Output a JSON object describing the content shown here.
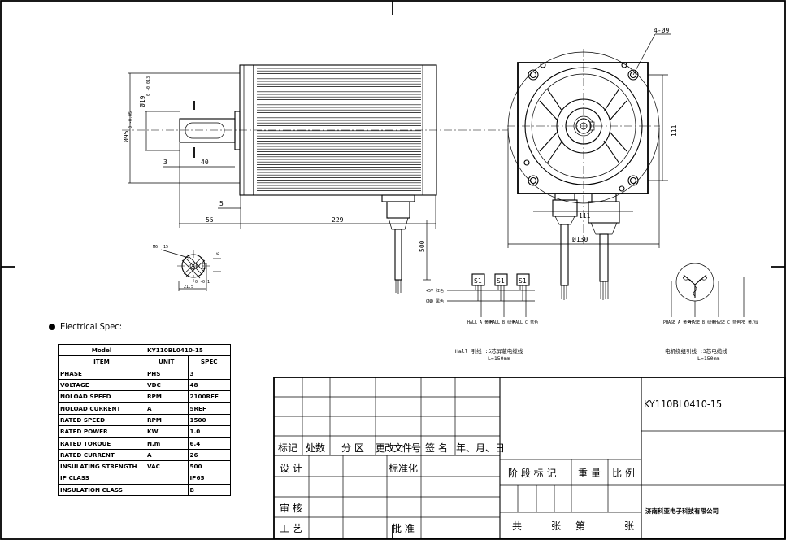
{
  "drawing": {
    "side_view": {
      "shaft_dia": "Ø19",
      "shaft_dia_tol": "0 -0.013",
      "flange_dia": "Ø95",
      "flange_dia_tol": "0 -0.05",
      "dim_3": "3",
      "dim_40": "40",
      "dim_5": "5",
      "dim_55": "55",
      "dim_229": "229",
      "dim_500": "500"
    },
    "front_view": {
      "holes": "4-Ø9",
      "dim_111_v": "111",
      "dim_111_h": "111",
      "dim_130": "Ø130"
    },
    "key_section": {
      "thread": "M6",
      "depth": "15",
      "key_width": "6",
      "key_height": "21.5",
      "key_height_tol": "0 -0.1"
    },
    "hall_wiring": {
      "sensors": [
        "S1",
        "S1",
        "S1"
      ],
      "plus_label": "+5V 红色",
      "gnd_label": "GND 黑色",
      "hall_labels": [
        "HALL A 黄色",
        "HALL B 绿色",
        "HALL C 蓝色"
      ],
      "caption1": "Hall 引线 :5芯屏蔽电缆线",
      "caption2": "L=150mm"
    },
    "motor_wiring": {
      "phase_labels": [
        "PHASE A 黄色",
        "PHASE B 绿色",
        "PHASE C 蓝色",
        "PE 黄/绿"
      ],
      "caption1": "电机绕组引线 :3芯电缆线",
      "caption2": "L=150mm"
    }
  },
  "spec": {
    "heading": "Electrical Spec:",
    "model_label": "Model",
    "model_value": "KY110BL0410-15",
    "columns": [
      "ITEM",
      "UNIT",
      "SPEC"
    ],
    "rows": [
      [
        "PHASE",
        "PHS",
        "3"
      ],
      [
        "VOLTAGE",
        "VDC",
        "48"
      ],
      [
        "NOLOAD SPEED",
        "RPM",
        "2100REF"
      ],
      [
        "NOLOAD CURRENT",
        "A",
        "5REF"
      ],
      [
        "RATED SPEED",
        "RPM",
        "1500"
      ],
      [
        "RATED POWER",
        "KW",
        "1.0"
      ],
      [
        "RATED TORQUE",
        "N.m",
        "6.4"
      ],
      [
        "RATED CURRENT",
        "A",
        "26"
      ],
      [
        "INSULATING STRENGTH",
        "VAC",
        "500"
      ],
      [
        "IP CLASS",
        "",
        "IP65"
      ],
      [
        "INSULATION CLASS",
        "",
        "B"
      ]
    ]
  },
  "title_block": {
    "model": "KY110BL0410-15",
    "biaoji": "标记",
    "chushu": "处数",
    "fenqu": "分 区",
    "gengai": "更改文件号",
    "qianming": "签 名",
    "nianyueri": "年、月、日",
    "sheji": "设 计",
    "biaozhunhua": "标准化",
    "jieduan": "阶 段 标 记",
    "zhongliang": "重 量",
    "bili": "比 例",
    "shenhe": "审 核",
    "gongyi": "工 艺",
    "pizhun": "批 准",
    "gong": "共",
    "zhang1": "张",
    "di": "第",
    "zhang2": "张",
    "company": "济南科亚电子科技有限公司"
  }
}
